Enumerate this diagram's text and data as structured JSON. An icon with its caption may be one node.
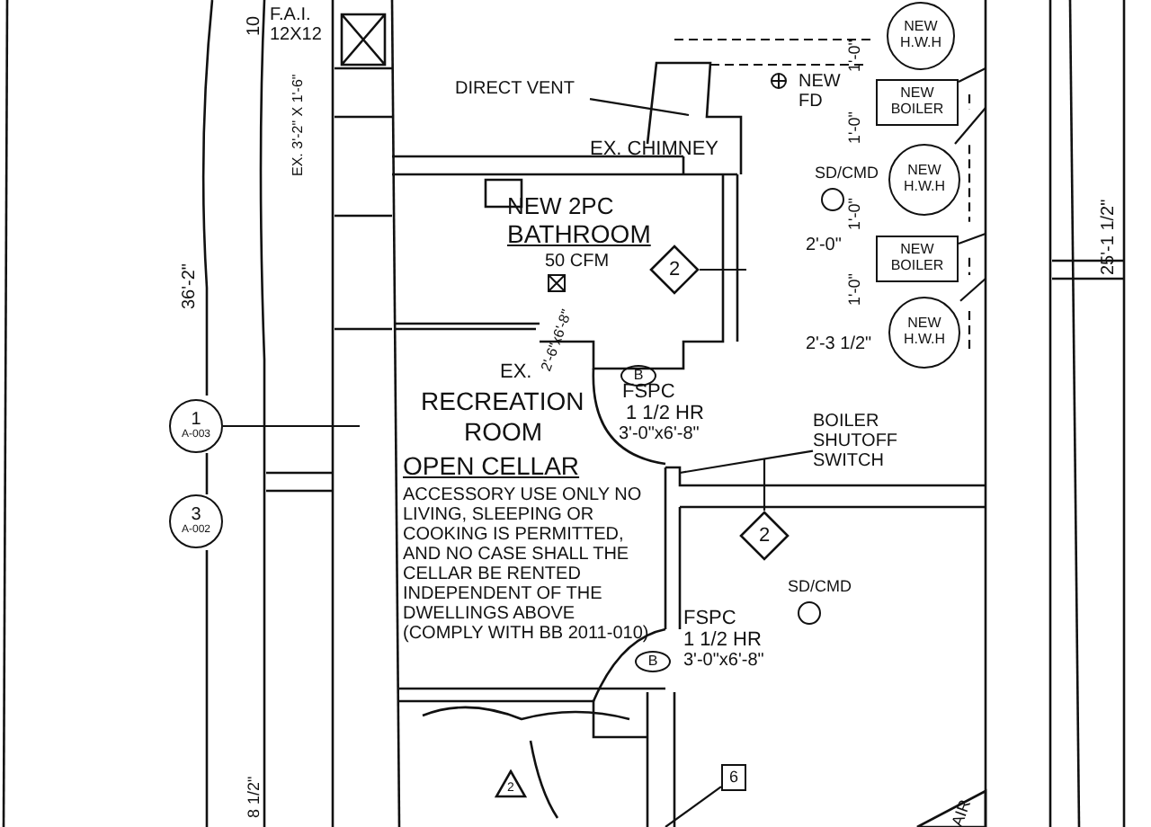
{
  "diagram": {
    "nodes": [
      {
        "text": [
          "DIRECT VENT"
        ]
      },
      {
        "text": [
          "NEW H.W.H"
        ]
      },
      {
        "text": [
          "NEW BOILER"
        ]
      },
      {
        "text": [
          "NEW H.W.H"
        ]
      },
      {
        "text": [
          "NEW BOILER"
        ]
      },
      {
        "text": [
          "NEW H.W.H"
        ]
      },
      {
        "text": [
          "2"
        ]
      },
      {
        "text": [
          "1",
          "A-003"
        ]
      },
      {
        "text": [
          "3",
          "A-002"
        ]
      },
      {
        "text": [
          "B"
        ]
      },
      {
        "text": [
          "BOILER SHUTOFF SWITCH"
        ]
      },
      {
        "text": [
          "2"
        ]
      },
      {
        "text": [
          "B"
        ]
      },
      {
        "text": [
          "2"
        ]
      },
      {
        "text": [
          "6"
        ]
      }
    ],
    "edges": [
      {
        "from": 0,
        "to": null,
        "arrow": "none"
      },
      {
        "from": null,
        "to": 2,
        "arrow": "none"
      },
      {
        "from": null,
        "to": 3,
        "arrow": "none"
      },
      {
        "from": null,
        "to": 4,
        "arrow": "none"
      },
      {
        "from": null,
        "to": 5,
        "arrow": "none"
      },
      {
        "from": 6,
        "to": null,
        "arrow": "none"
      },
      {
        "from": 7,
        "to": null,
        "arrow": "none"
      },
      {
        "from": 10,
        "to": null,
        "arrow": "none"
      },
      {
        "from": 11,
        "to": null,
        "arrow": "none"
      },
      {
        "from": 14,
        "to": null,
        "arrow": "none"
      }
    ],
    "labels": [
      "10",
      "F.A.I. 12X12",
      "EX. 3'-2\" X 1'-6\"",
      "1'-0\"",
      "NEW FD",
      "EX. CHIMNEY",
      "1'-0\"",
      "SD/CMD",
      "NEW 2PC",
      "BATHROOM",
      "1'-0\"",
      "50 CFM",
      "2'-0\"",
      "36'-2\"",
      "1'-0\"",
      "25'-1 1/2\"",
      "2'-6\"x6'-8\"",
      "2'-3 1/2\"",
      "EX.",
      "FSPC",
      "RECREATION",
      "1 1/2 HR",
      "3'-0\"x6'-8\"",
      "ROOM",
      "OPEN CELLAR",
      "ACCESSORY USE ONLY NO LIVING, SLEEPING OR COOKING IS PERMITTED, AND NO CASE SHALL THE CELLAR BE RENTED INDEPENDENT OF THE DWELLINGS ABOVE (COMPLY WITH BB 2011-010)",
      "SD/CMD",
      "FSPC",
      "1 1/2 HR",
      "3'-0\"x6'-8\"",
      "8 1/2\"",
      "AIR"
    ]
  }
}
